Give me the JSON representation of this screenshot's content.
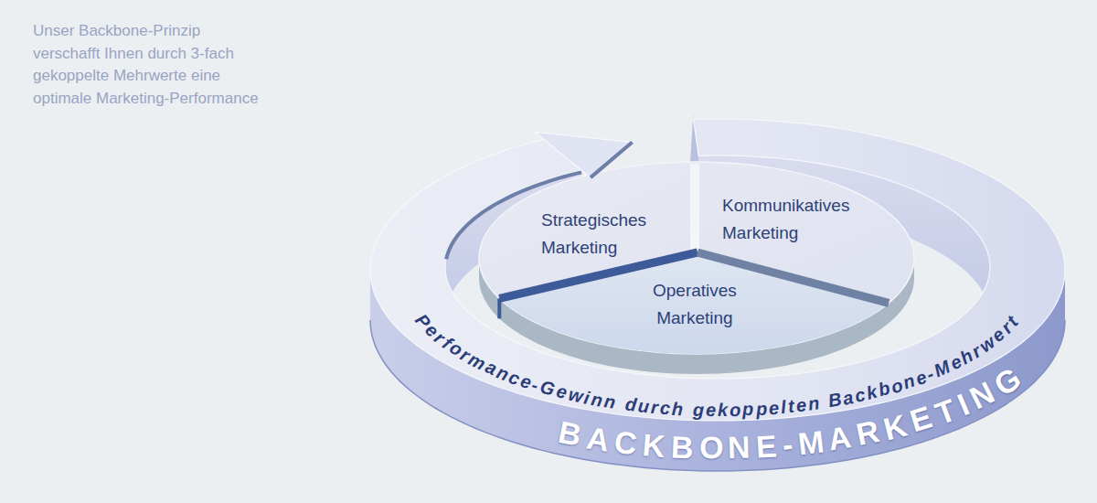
{
  "diagram": {
    "nodes": [
      {
        "text": [
          "Performance-Gewinn durch gekoppelten Backbone-Mehrwert",
          "BACKBONE-MARKETING"
        ]
      },
      {
        "text": [
          "Strategisches Marketing"
        ],
        "in": 0
      },
      {
        "text": [
          "Kommunikatives Marketing"
        ],
        "in": 0
      },
      {
        "text": [
          "Operatives Marketing"
        ],
        "in": 0
      }
    ],
    "labels": [
      "Unser Backbone-Prinzip verschafft Ihnen durch 3-fach gekoppelte Mehrwerte eine optimale Marketing-Performance"
    ]
  }
}
